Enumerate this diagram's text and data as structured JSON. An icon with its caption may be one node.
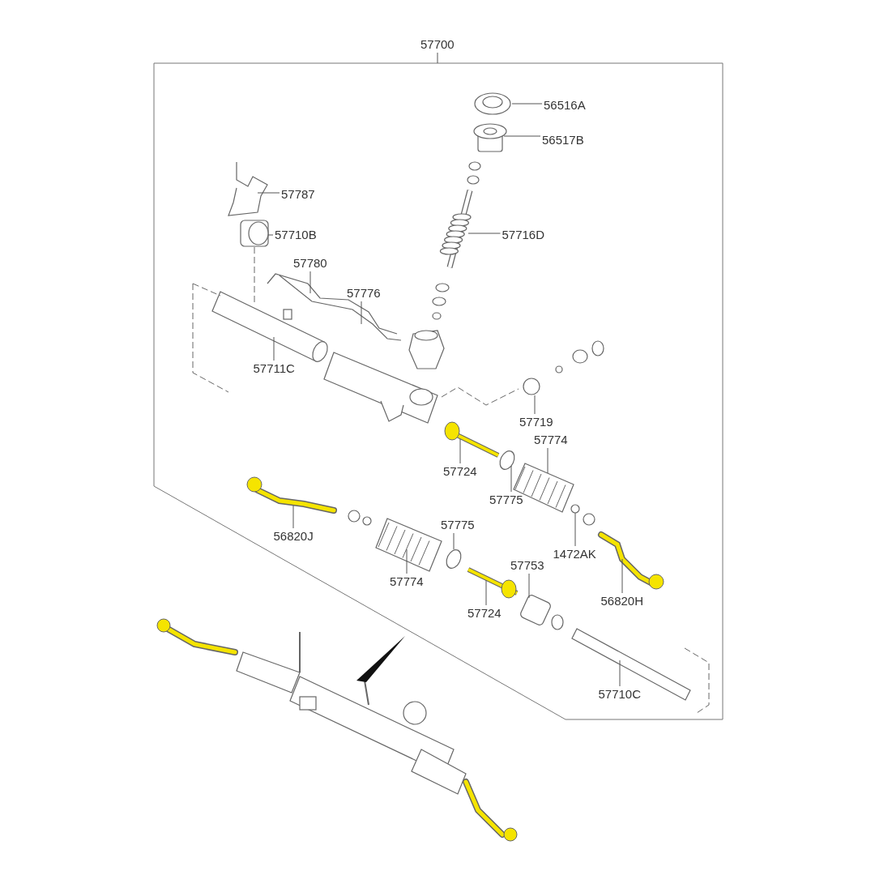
{
  "diagram": {
    "nodes": [
      {
        "text": [
          "57700"
        ]
      },
      {
        "text": [
          "56516A"
        ]
      },
      {
        "text": [
          "56517B"
        ]
      },
      {
        "text": [
          "57787"
        ]
      },
      {
        "text": [
          "57716D"
        ]
      },
      {
        "text": [
          "57710B"
        ]
      },
      {
        "text": [
          "57780"
        ]
      },
      {
        "text": [
          "57776"
        ]
      },
      {
        "text": [
          "57711C"
        ]
      },
      {
        "text": [
          "57719"
        ]
      },
      {
        "text": [
          "57774"
        ]
      },
      {
        "text": [
          "57724"
        ]
      },
      {
        "text": [
          "57775"
        ]
      },
      {
        "text": [
          "56820J"
        ]
      },
      {
        "text": [
          "57775"
        ]
      },
      {
        "text": [
          "1472AK"
        ]
      },
      {
        "text": [
          "57774"
        ]
      },
      {
        "text": [
          "57753"
        ]
      },
      {
        "text": [
          "56820H"
        ]
      },
      {
        "text": [
          "57724"
        ]
      },
      {
        "text": [
          "57710C"
        ]
      }
    ],
    "edges": [
      {
        "from": 0,
        "to": null,
        "arrow": "none"
      },
      {
        "from": 1,
        "to": null,
        "arrow": "none"
      },
      {
        "from": 2,
        "to": null,
        "arrow": "none"
      },
      {
        "from": 3,
        "to": null,
        "arrow": "none"
      },
      {
        "from": 4,
        "to": null,
        "arrow": "none"
      },
      {
        "from": 5,
        "to": null,
        "arrow": "none"
      },
      {
        "from": 6,
        "to": null,
        "arrow": "none"
      },
      {
        "from": 7,
        "to": null,
        "arrow": "none"
      },
      {
        "from": 8,
        "to": null,
        "arrow": "none"
      },
      {
        "from": 9,
        "to": null,
        "arrow": "none"
      },
      {
        "from": 10,
        "to": null,
        "arrow": "none"
      },
      {
        "from": 11,
        "to": null,
        "arrow": "none"
      },
      {
        "from": 12,
        "to": null,
        "arrow": "none"
      },
      {
        "from": 13,
        "to": null,
        "arrow": "none"
      },
      {
        "from": 14,
        "to": null,
        "arrow": "none"
      },
      {
        "from": 15,
        "to": null,
        "arrow": "none"
      },
      {
        "from": 16,
        "to": null,
        "arrow": "none"
      },
      {
        "from": 17,
        "to": null,
        "arrow": "none"
      },
      {
        "from": 18,
        "to": null,
        "arrow": "none"
      },
      {
        "from": 19,
        "to": null,
        "arrow": "none"
      },
      {
        "from": 20,
        "to": null,
        "arrow": "none"
      }
    ]
  }
}
